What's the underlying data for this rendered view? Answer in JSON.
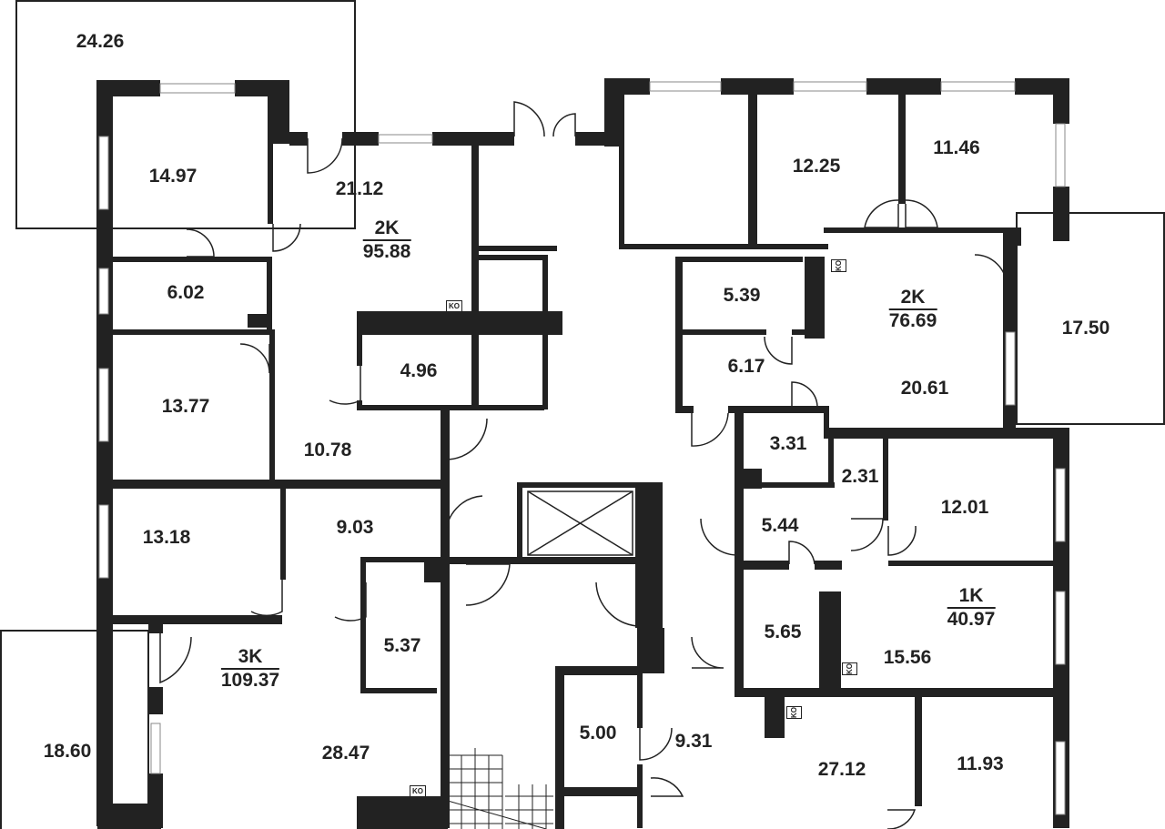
{
  "rooms": {
    "r2426": "24.26",
    "r1497": "14.97",
    "r2112": "21.12",
    "r602": "6.02",
    "r1377": "13.77",
    "r496": "4.96",
    "r1078": "10.78",
    "r1318": "13.18",
    "r903": "9.03",
    "r537": "5.37",
    "r1860": "18.60",
    "r2847": "28.47",
    "r1225": "12.25",
    "r1146": "11.46",
    "r539": "5.39",
    "r1750": "17.50",
    "r617": "6.17",
    "r2061": "20.61",
    "r331": "3.31",
    "r231": "2.31",
    "r1201": "12.01",
    "r544": "5.44",
    "r565": "5.65",
    "r1556": "15.56",
    "r500": "5.00",
    "r931": "9.31",
    "r2712": "27.12",
    "r1193": "11.93"
  },
  "apartments": [
    {
      "type": "2K",
      "area": "95.88"
    },
    {
      "type": "3K",
      "area": "109.37"
    },
    {
      "type": "2K",
      "area": "76.69"
    },
    {
      "type": "1K",
      "area": "40.97"
    }
  ],
  "ko_label": "KO",
  "colors": {
    "wall": "#222222",
    "window": "#888888"
  }
}
